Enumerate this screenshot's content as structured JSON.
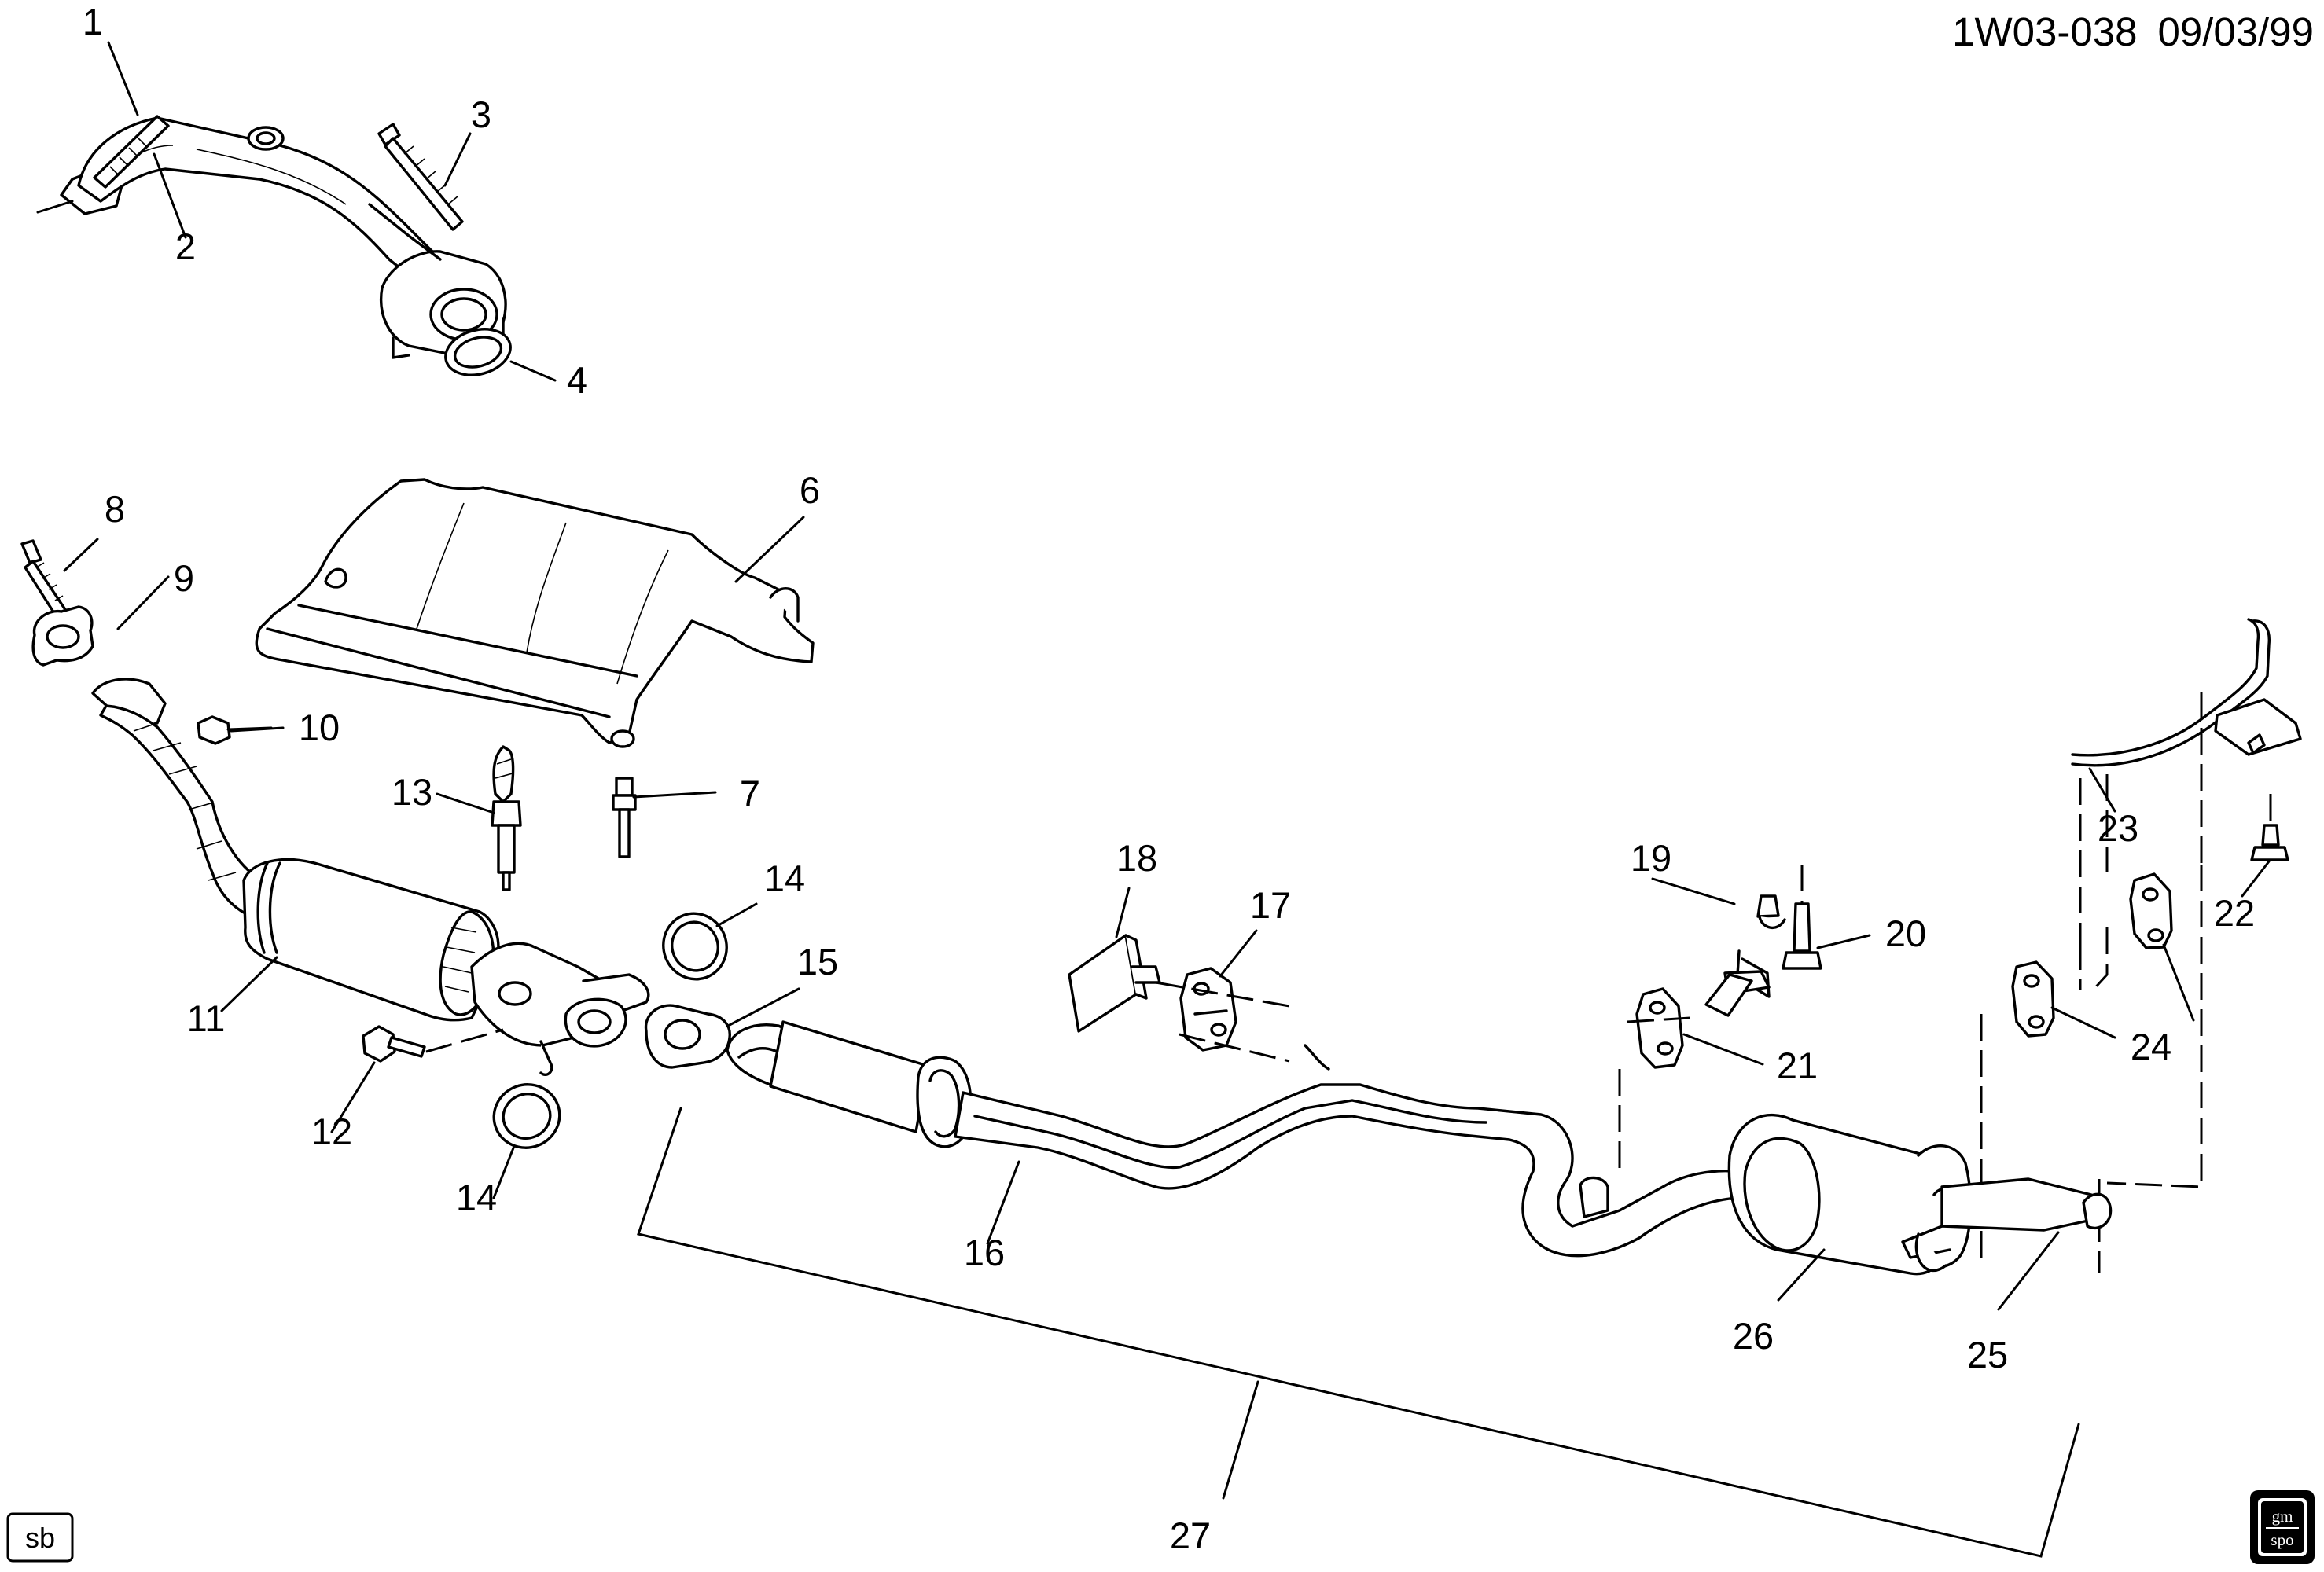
{
  "header": {
    "ref": "1W03-038",
    "date": "09/03/99"
  },
  "corner_badge": "sb",
  "logo": {
    "top": "gm",
    "bottom": "spo"
  },
  "callouts": [
    {
      "id": "c1",
      "label": "1"
    },
    {
      "id": "c2",
      "label": "2"
    },
    {
      "id": "c3",
      "label": "3"
    },
    {
      "id": "c4",
      "label": "4"
    },
    {
      "id": "c6",
      "label": "6"
    },
    {
      "id": "c7",
      "label": "7"
    },
    {
      "id": "c8",
      "label": "8"
    },
    {
      "id": "c9",
      "label": "9"
    },
    {
      "id": "c10",
      "label": "10"
    },
    {
      "id": "c11",
      "label": "11"
    },
    {
      "id": "c12",
      "label": "12"
    },
    {
      "id": "c13",
      "label": "13"
    },
    {
      "id": "c14a",
      "label": "14"
    },
    {
      "id": "c14b",
      "label": "14"
    },
    {
      "id": "c15",
      "label": "15"
    },
    {
      "id": "c16",
      "label": "16"
    },
    {
      "id": "c17",
      "label": "17"
    },
    {
      "id": "c18",
      "label": "18"
    },
    {
      "id": "c19",
      "label": "19"
    },
    {
      "id": "c20",
      "label": "20"
    },
    {
      "id": "c21",
      "label": "21"
    },
    {
      "id": "c22",
      "label": "22"
    },
    {
      "id": "c23",
      "label": "23"
    },
    {
      "id": "c24",
      "label": "24"
    },
    {
      "id": "c25",
      "label": "25"
    },
    {
      "id": "c26",
      "label": "26"
    },
    {
      "id": "c27",
      "label": "27"
    }
  ]
}
